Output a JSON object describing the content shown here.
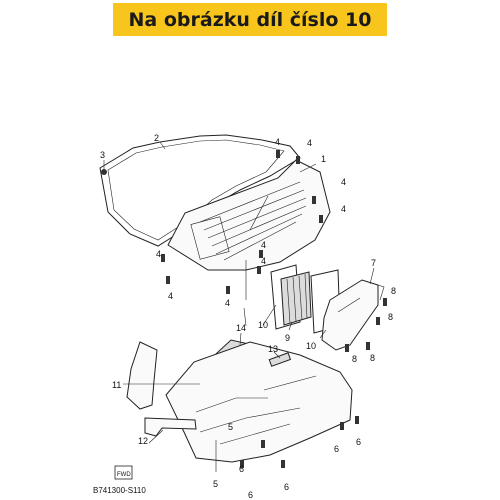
{
  "banner": {
    "text": "Na obrázku díl číslo 10"
  },
  "diagram": {
    "catalog_code": "B741300-S110",
    "fwd_label": "FWD",
    "labels": {
      "n1": "1",
      "n2": "2",
      "n3": "3",
      "n4a": "4",
      "n4b": "4",
      "n4c": "4",
      "n4d": "4",
      "n4e": "4",
      "n4f": "4",
      "n4g": "4",
      "n4h": "4",
      "n4i": "4",
      "n5a": "5",
      "n5b": "5",
      "n6a": "6",
      "n6b": "6",
      "n6c": "6",
      "n6d": "6",
      "n6e": "6",
      "n7": "7",
      "n8a": "8",
      "n8b": "8",
      "n8c": "8",
      "n8d": "8",
      "n9": "9",
      "n10a": "10",
      "n10b": "10",
      "n11": "11",
      "n12": "12",
      "n13": "13",
      "n14": "14"
    }
  }
}
